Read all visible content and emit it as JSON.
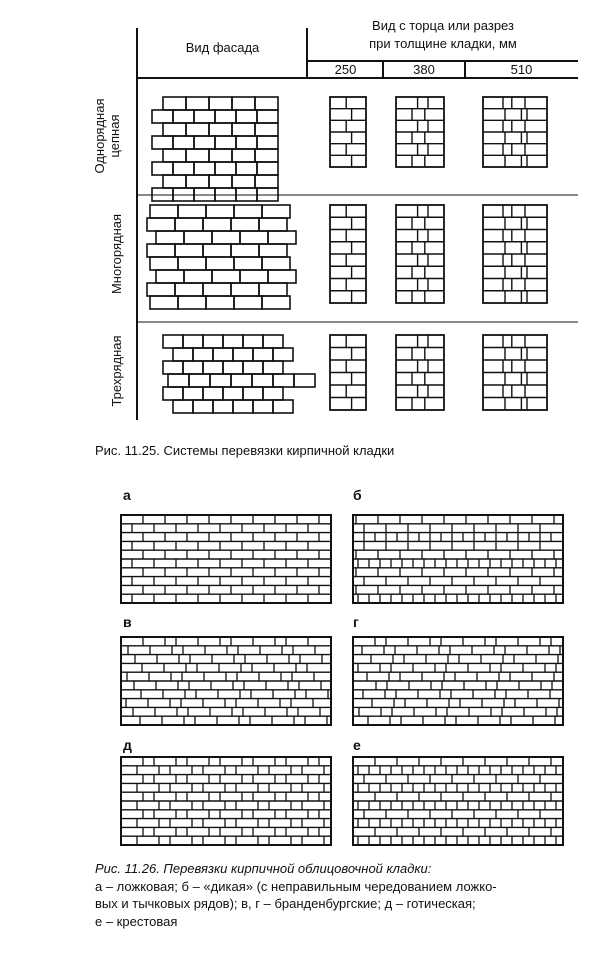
{
  "table": {
    "col_facade": "Вид фасада",
    "col_end_line1": "Вид с торца или разрез",
    "col_end_line2": "при толщине кладки, мм",
    "thickness": [
      "250",
      "380",
      "510"
    ],
    "rows": [
      "Однорядная цепная",
      "Многорядная",
      "Трехрядная"
    ]
  },
  "figure1": {
    "caption": "Рис. 11.25. Системы перевязки кирпичной кладки"
  },
  "figure2": {
    "panels": [
      "а",
      "б",
      "в",
      "г",
      "д",
      "е"
    ],
    "caption_line1": "Рис. 11.26. Перевязки кирпичной облицовочной кладки:",
    "caption_line2": "а – ложковая; б – «дикая» (с неправильным чередованием ложко-",
    "caption_line3": "вых и тычковых рядов); в, г – бранденбургские; д – готическая;",
    "caption_line4": "е – крестовая"
  }
}
